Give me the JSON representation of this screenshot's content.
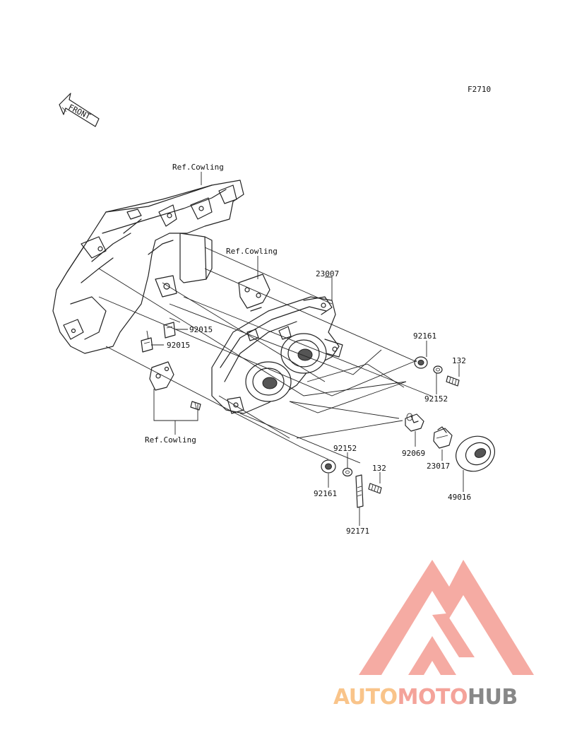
{
  "figure_code": "F2710",
  "front_arrow_text": "FRONT",
  "labels": {
    "ref_cowling_top": "Ref.Cowling",
    "ref_cowling_mid": "Ref.Cowling",
    "ref_cowling_bottom": "Ref.Cowling",
    "p23007": "23007",
    "p92015_a": "92015",
    "p92015_b": "92015",
    "p92161_a": "92161",
    "p92152_a": "92152",
    "p132_a": "132",
    "p92069": "92069",
    "p23017": "23017",
    "p49016": "49016",
    "p92152_b": "92152",
    "p132_b": "132",
    "p92161_b": "92161",
    "p92171": "92171"
  },
  "watermark": {
    "part1": "AUTO",
    "part2": "MOTO",
    "part3": "HUB",
    "color_auto": "#f9c48a",
    "color_moto": "#f4a39a",
    "color_hub": "#888888",
    "logo_color": "#f4a39a"
  }
}
